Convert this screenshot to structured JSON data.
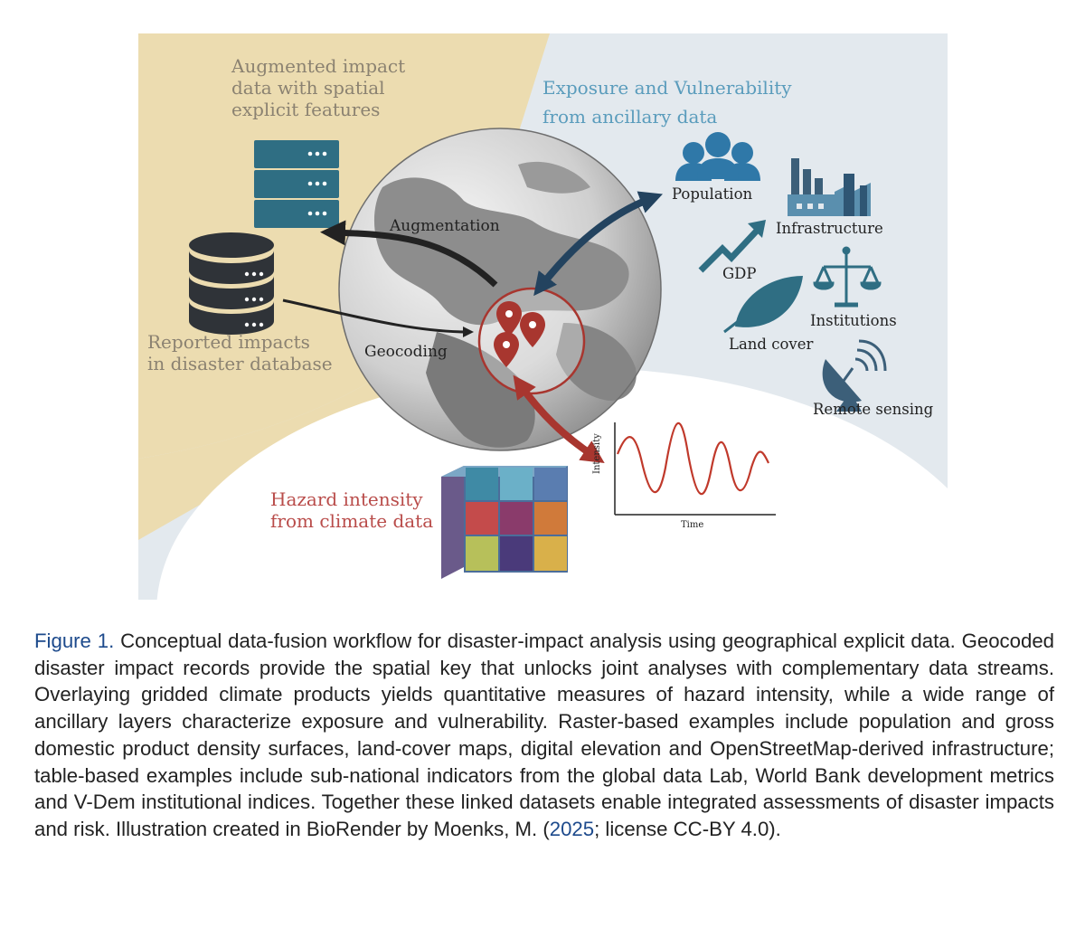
{
  "figure": {
    "augmented_label": [
      "Augmented impact",
      "data with spatial",
      "explicit features"
    ],
    "exposure_label": [
      "Exposure and Vulnerability",
      "from ancillary data"
    ],
    "reported_label": [
      "Reported impacts",
      "in disaster database"
    ],
    "hazard_label": [
      "Hazard intensity",
      "from climate data"
    ],
    "augmentation_label": "Augmentation",
    "geocoding_label": "Geocoding",
    "icons": {
      "population": "Population",
      "infrastructure": "Infrastructure",
      "gdp": "GDP",
      "institutions": "Institutions",
      "land_cover": "Land cover",
      "remote_sensing": "Remote sensing"
    },
    "chart": {
      "ylabel": "Intensity",
      "xlabel": "Time"
    },
    "colors": {
      "beige": "#ecdcb0",
      "light_blue": "#e3e9ee",
      "dark_blue": "#23435f",
      "teal": "#2f6e83",
      "red": "#a8362f"
    }
  },
  "caption": {
    "label": "Figure 1.",
    "text_before_link": " Conceptual data-fusion workflow for disaster-impact analysis using geographical explicit data. Geocoded disaster impact records provide the spatial key that unlocks joint analyses with complementary data streams. Overlaying gridded climate products yields quantitative measures of hazard intensity, while a wide range of ancillary layers characterize exposure and vulnerability. Raster-based examples include population and gross domestic product density surfaces, land-cover maps, digital elevation and OpenStreetMap-derived infrastructure; table-based examples include sub-national indicators from the global data Lab, World Bank development metrics and V-Dem institutional indices. Together these linked datasets enable integrated assessments of disaster impacts and risk. Illustration created in BioRender by Moenks, M. (",
    "link_text": "2025",
    "text_after_link": "; license CC-BY 4.0)."
  }
}
